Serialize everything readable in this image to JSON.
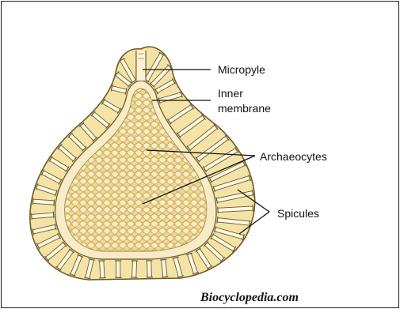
{
  "labels": {
    "micropyle": "Micropyle",
    "inner_membrane_line1": "Inner",
    "inner_membrane_line2": "membrane",
    "archaeocytes": "Archaeocytes",
    "spicules": "Spicules"
  },
  "credit": "Biocyclopedia.com",
  "colors": {
    "shell_fill": "#f4e3a6",
    "shell_outline": "#6b5a2a",
    "inner_membrane": "#f6ecc8",
    "archaeocyte_fill": "#e8d08e",
    "archaeocyte_cell": "#f8ecc0",
    "spicule": "#fdf7e2",
    "leader_line": "#111111"
  },
  "icons": [
    "gemmule-illustration"
  ]
}
